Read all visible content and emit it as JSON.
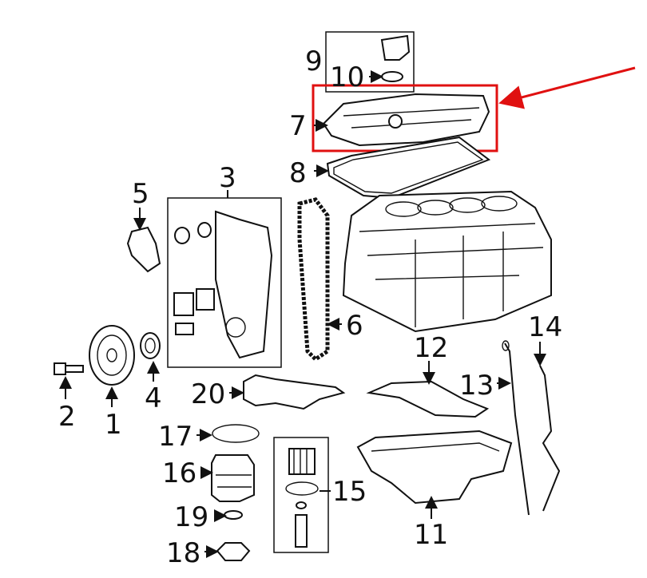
{
  "diagram": {
    "title": "Engine parts diagram",
    "highlight_color": "#e01010",
    "highlighted_part": "7",
    "callouts": [
      {
        "id": "1",
        "label": "1"
      },
      {
        "id": "2",
        "label": "2"
      },
      {
        "id": "3",
        "label": "3"
      },
      {
        "id": "4",
        "label": "4"
      },
      {
        "id": "5",
        "label": "5"
      },
      {
        "id": "6",
        "label": "6"
      },
      {
        "id": "7",
        "label": "7"
      },
      {
        "id": "8",
        "label": "8"
      },
      {
        "id": "9",
        "label": "9"
      },
      {
        "id": "10",
        "label": "10"
      },
      {
        "id": "11",
        "label": "11"
      },
      {
        "id": "12",
        "label": "12"
      },
      {
        "id": "13",
        "label": "13"
      },
      {
        "id": "14",
        "label": "14"
      },
      {
        "id": "15",
        "label": "15"
      },
      {
        "id": "16",
        "label": "16"
      },
      {
        "id": "17",
        "label": "17"
      },
      {
        "id": "18",
        "label": "18"
      },
      {
        "id": "19",
        "label": "19"
      },
      {
        "id": "20",
        "label": "20"
      }
    ]
  }
}
